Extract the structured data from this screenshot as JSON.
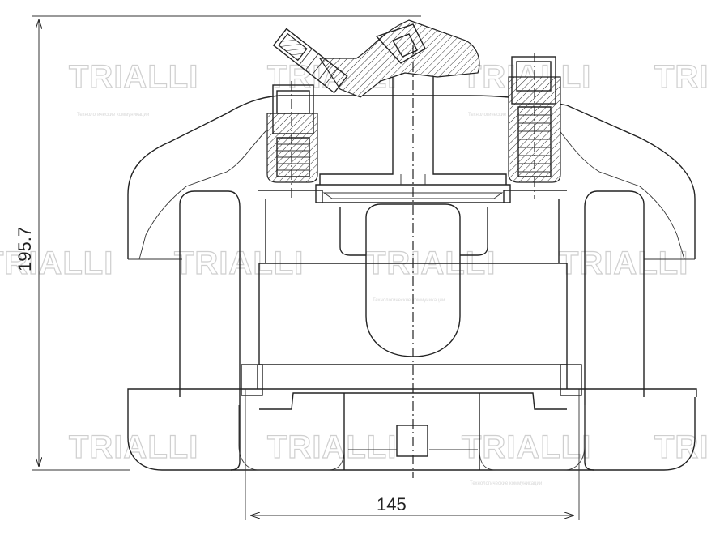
{
  "drawing": {
    "height_dimension": "195.7",
    "width_dimension": "145"
  },
  "watermark": {
    "brand": "TRIALLI",
    "subtitle": "Технологические коммуникации"
  }
}
